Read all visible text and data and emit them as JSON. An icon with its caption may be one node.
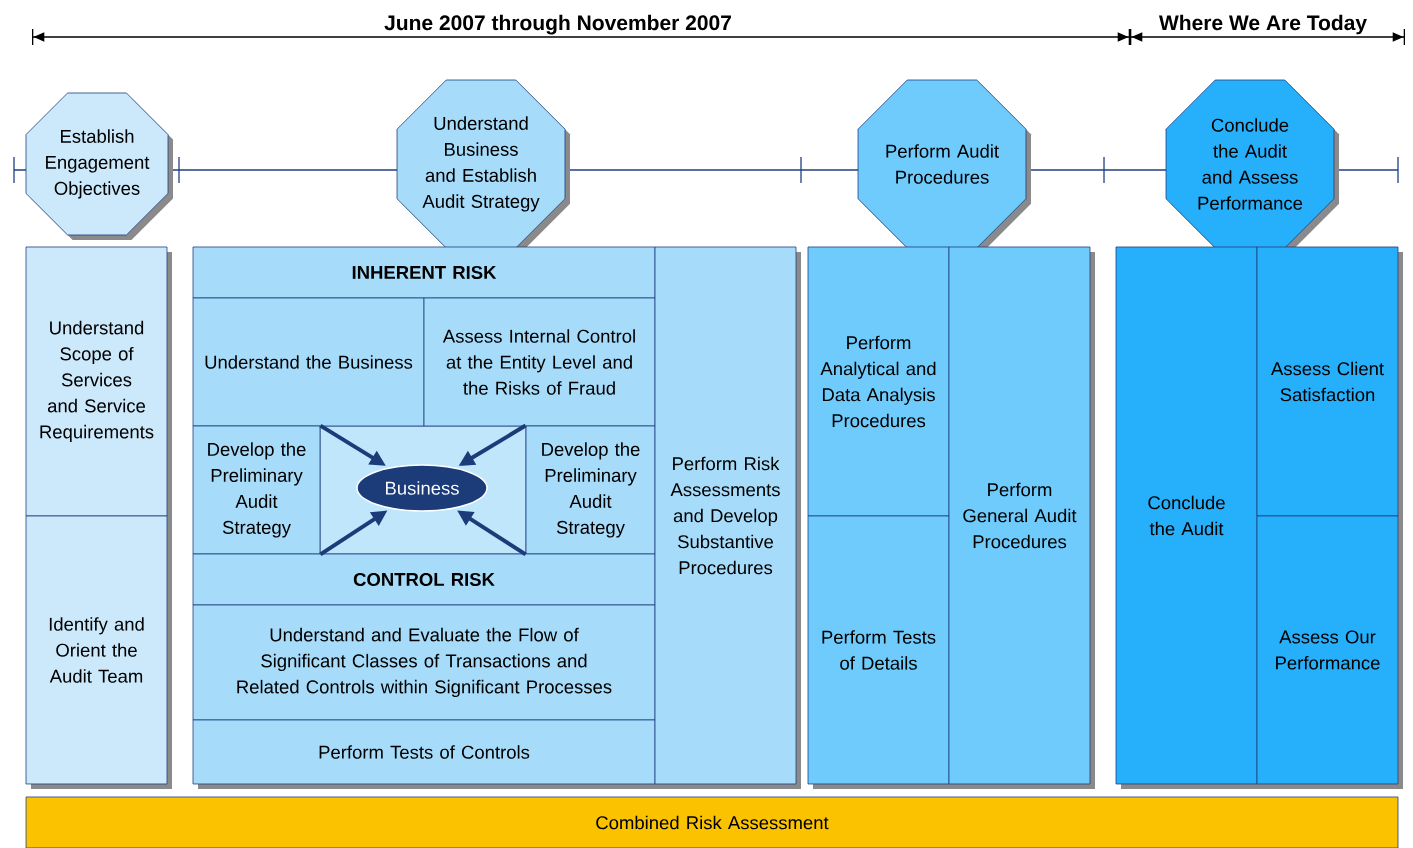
{
  "diagram": {
    "nodes": [
      {
        "text": [
          "Establish Engagement Objectives"
        ]
      },
      {
        "text": [
          "Understand Business and Establish Audit Strategy"
        ]
      },
      {
        "text": [
          "Perform Audit Procedures"
        ]
      },
      {
        "text": [
          "Conclude the Audit and Assess Performance"
        ]
      },
      {
        "text": [
          "Understand Scope of Services and Service Requirements"
        ]
      },
      {
        "text": [
          "Identify and Orient the Audit Team"
        ]
      },
      {
        "text": [
          "INHERENT RISK"
        ]
      },
      {
        "text": [
          "Understand the Business"
        ]
      },
      {
        "text": [
          "Assess Internal Control at the Entity Level and the Risks of Fraud"
        ]
      },
      {
        "text": [
          "Develop the Preliminary Audit Strategy"
        ]
      },
      {
        "text": [
          "Business"
        ]
      },
      {
        "text": [
          "Develop the Preliminary Audit Strategy"
        ]
      },
      {
        "text": [
          "CONTROL RISK"
        ]
      },
      {
        "text": [
          "Understand and Evaluate the Flow of Significant Classes of Transactions and Related Controls within Significant Processes"
        ]
      },
      {
        "text": [
          "Perform Tests of Controls"
        ]
      },
      {
        "text": [
          "Perform Risk Assessments and Develop Substantive Procedures"
        ]
      },
      {
        "text": [
          "Perform Analytical and Data Analysis Procedures"
        ]
      },
      {
        "text": [
          "Perform Tests of Details"
        ]
      },
      {
        "text": [
          "Perform General Audit Procedures"
        ]
      },
      {
        "text": [
          "Conclude the Audit"
        ]
      },
      {
        "text": [
          "Assess Client Satisfaction"
        ]
      },
      {
        "text": [
          "Assess Our Performance"
        ]
      },
      {
        "text": [
          "Combined Risk Assessment"
        ]
      }
    ],
    "edges": [
      {
        "from": 9,
        "to": 10,
        "arrow": "to"
      },
      {
        "from": 11,
        "to": 10,
        "arrow": "to"
      },
      {
        "from": 9,
        "to": 10,
        "arrow": "to"
      },
      {
        "from": 11,
        "to": 10,
        "arrow": "to"
      }
    ],
    "labels": [
      "June 2007 through November 2007",
      "Where We Are Today"
    ]
  }
}
